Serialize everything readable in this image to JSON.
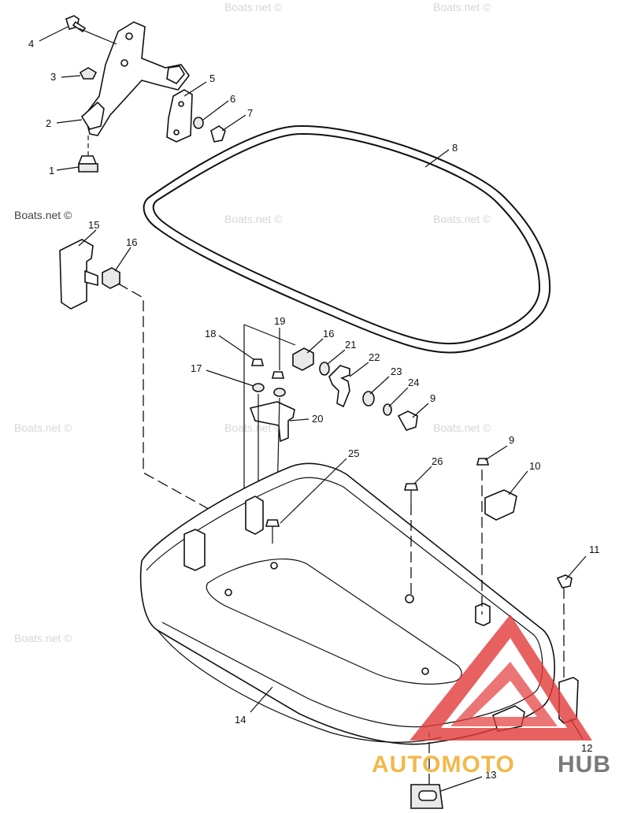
{
  "watermark": "Boats.net ©",
  "brand": {
    "part1": "AUTOMOTO",
    "part2": "HUB",
    "color1": "#f2b84b",
    "color2": "#7a7a7a",
    "logo_color": "#e23a3a"
  },
  "callouts": [
    {
      "id": "c1",
      "text": "1"
    },
    {
      "id": "c2",
      "text": "2"
    },
    {
      "id": "c3",
      "text": "3"
    },
    {
      "id": "c4",
      "text": "4"
    },
    {
      "id": "c5",
      "text": "5"
    },
    {
      "id": "c6",
      "text": "6"
    },
    {
      "id": "c7",
      "text": "7"
    },
    {
      "id": "c8",
      "text": "8"
    },
    {
      "id": "c9a",
      "text": "9"
    },
    {
      "id": "c9b",
      "text": "9"
    },
    {
      "id": "c10",
      "text": "10"
    },
    {
      "id": "c11",
      "text": "11"
    },
    {
      "id": "c12",
      "text": "12"
    },
    {
      "id": "c13",
      "text": "13"
    },
    {
      "id": "c14",
      "text": "14"
    },
    {
      "id": "c15",
      "text": "15"
    },
    {
      "id": "c16a",
      "text": "16"
    },
    {
      "id": "c16b",
      "text": "16"
    },
    {
      "id": "c17",
      "text": "17"
    },
    {
      "id": "c18",
      "text": "18"
    },
    {
      "id": "c19",
      "text": "19"
    },
    {
      "id": "c20",
      "text": "20"
    },
    {
      "id": "c21",
      "text": "21"
    },
    {
      "id": "c22",
      "text": "22"
    },
    {
      "id": "c23",
      "text": "23"
    },
    {
      "id": "c24",
      "text": "24"
    },
    {
      "id": "c25",
      "text": "25"
    },
    {
      "id": "c26",
      "text": "26"
    }
  ]
}
